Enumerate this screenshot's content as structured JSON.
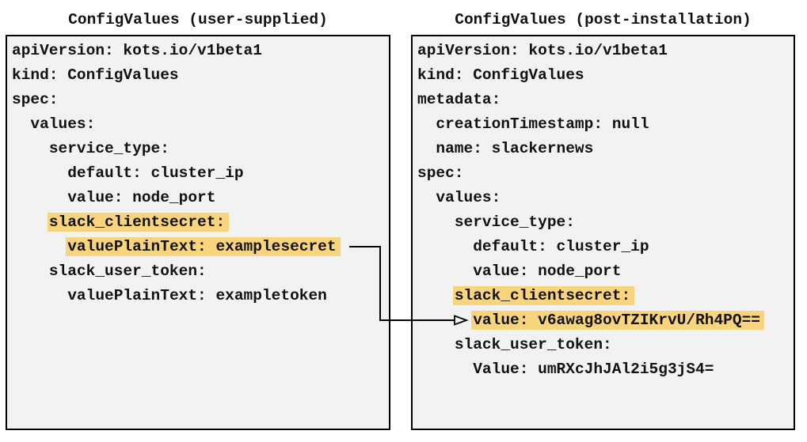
{
  "colors": {
    "page_background": "#ffffff",
    "box_background": "#f2f2f2",
    "box_border": "#000000",
    "highlight": "#f8d57c",
    "text": "#111111",
    "arrow": "#000000"
  },
  "left_panel": {
    "title": "ConfigValues (user-supplied)",
    "lines": [
      {
        "indent": "",
        "text": "apiVersion: kots.io/v1beta1",
        "highlight": false
      },
      {
        "indent": "",
        "text": "kind: ConfigValues",
        "highlight": false
      },
      {
        "indent": "",
        "text": "spec:",
        "highlight": false
      },
      {
        "indent": "  ",
        "text": "values:",
        "highlight": false
      },
      {
        "indent": "    ",
        "text": "service_type:",
        "highlight": false
      },
      {
        "indent": "      ",
        "text": "default: cluster_ip",
        "highlight": false
      },
      {
        "indent": "      ",
        "text": "value: node_port",
        "highlight": false
      },
      {
        "indent": "    ",
        "text": "slack_clientsecret:",
        "highlight": true
      },
      {
        "indent": "      ",
        "text": "valuePlainText: examplesecret",
        "highlight": true
      },
      {
        "indent": "    ",
        "text": "slack_user_token:",
        "highlight": false
      },
      {
        "indent": "      ",
        "text": "valuePlainText: exampletoken",
        "highlight": false
      }
    ]
  },
  "right_panel": {
    "title": "ConfigValues (post-installation)",
    "lines": [
      {
        "indent": "",
        "text": "apiVersion: kots.io/v1beta1",
        "highlight": false
      },
      {
        "indent": "",
        "text": "kind: ConfigValues",
        "highlight": false
      },
      {
        "indent": "",
        "text": "metadata:",
        "highlight": false
      },
      {
        "indent": "  ",
        "text": "creationTimestamp: null",
        "highlight": false
      },
      {
        "indent": "  ",
        "text": "name: slackernews",
        "highlight": false
      },
      {
        "indent": "",
        "text": "spec:",
        "highlight": false
      },
      {
        "indent": "  ",
        "text": "values:",
        "highlight": false
      },
      {
        "indent": "    ",
        "text": "service_type:",
        "highlight": false
      },
      {
        "indent": "      ",
        "text": "default: cluster_ip",
        "highlight": false
      },
      {
        "indent": "      ",
        "text": "value: node_port",
        "highlight": false
      },
      {
        "indent": "    ",
        "text": "slack_clientsecret:",
        "highlight": true
      },
      {
        "indent": "      ",
        "text": "value: v6awag8ovTZIKrvU/Rh4PQ==",
        "highlight": true
      },
      {
        "indent": "    ",
        "text": "slack_user_token:",
        "highlight": false
      },
      {
        "indent": "      ",
        "text": "Value: umRXcJhJAl2i5g3jS4=",
        "highlight": false
      }
    ]
  }
}
